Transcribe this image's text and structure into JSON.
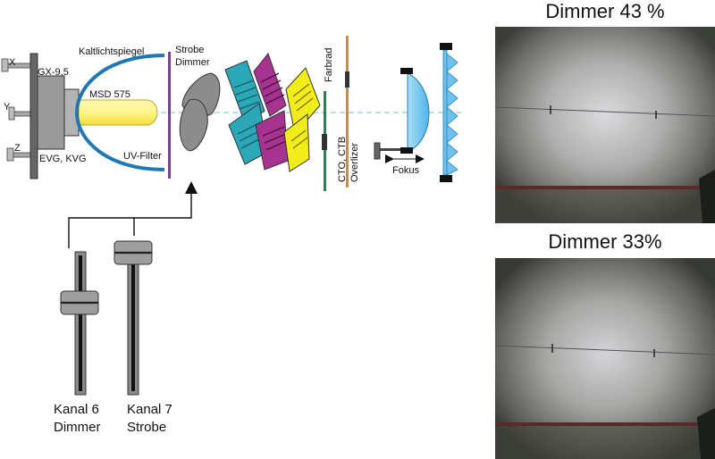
{
  "diagram": {
    "labels": {
      "x": "X",
      "y": "Y",
      "z": "Z",
      "socket": "GX-9,5",
      "ballast": "EVG, KVG",
      "reflector": "Kaltlichtspiegel",
      "lamp": "MSD 575",
      "uv_filter": "UV-Filter",
      "strobe": "Strobe",
      "dimmer": "Dimmer",
      "farbrad": "Farbrad",
      "cto_ctb": "CTO, CTB",
      "overlizer": "Overlizer",
      "fokus": "Fokus"
    },
    "faders": [
      {
        "line1": "Kanal 6",
        "line2": "Dimmer",
        "level": 0.65
      },
      {
        "line1": "Kanal 7",
        "line2": "Strobe",
        "level": 1.0
      }
    ],
    "colors": {
      "reflector": "#1f77b4",
      "lamp": "#fff48a",
      "gobo_cyan": "#2aa8b8",
      "gobo_magenta": "#a6338f",
      "gobo_yellow": "#f2ec1a",
      "lens": "#6cc3ee",
      "optical_axis": "#8fd8c8"
    }
  },
  "photos": [
    {
      "title": "Dimmer 43 %"
    },
    {
      "title": "Dimmer 33%"
    }
  ]
}
